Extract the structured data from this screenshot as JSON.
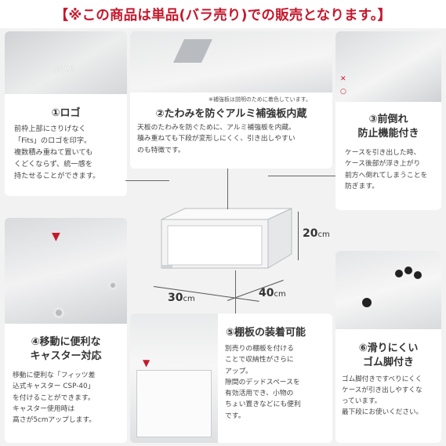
{
  "banner": {
    "text": "【※この商品は単品(バラ売り)での販売となります。】",
    "color": "#c5192d"
  },
  "features": {
    "logo": {
      "title": "①ロゴ",
      "body": "前枠上部にさりげなく\n「Fits」のロゴを印字。\n複数積み重ねて置いても\nくどくならず、統一感を\n持たせることができます。",
      "photo_text": "Fits"
    },
    "aluminum": {
      "title": "②たわみを防ぐアルミ補強板内蔵",
      "body": "天板のたわみを防ぐために、アルミ補強板を内蔵。\n積み重ねても下段が変形しにくく、引き出しやすい\nのも特徴です。",
      "note": "※補強板は説明のために着色しています。"
    },
    "tip_prevention": {
      "title": "③前倒れ\n防止機能付き",
      "body": "ケースを引き出した時、\nケース後部が浮き上がり\n前方へ倒れてしまうことを\n防ぎます。"
    },
    "caster": {
      "title": "④移動に便利な\nキャスター対応",
      "body": "移動に便利な「フィッツ差\n込式キャスター CSP-40」\nを付けることができます。\nキャスター使用時は\n高さが5cmアップします。"
    },
    "shelf": {
      "title": "⑤棚板の装着可能",
      "body": "別売りの棚板を付ける\nことで収納性がさらに\nアップ。\n隙間のデッドスペースを\n有効活用でき、小物の\nちょい置きなどにも便利\nです。"
    },
    "rubber_feet": {
      "title": "⑥滑りにくい\nゴム脚付き",
      "body": "ゴム脚付きですべりにくく\nケースが引き出しやすくな\nっています。\n最下段にお使いください。"
    }
  },
  "dimensions": {
    "height_value": "20",
    "height_unit": "cm",
    "width_value": "30",
    "width_unit": "cm",
    "depth_value": "40",
    "depth_unit": "cm"
  }
}
